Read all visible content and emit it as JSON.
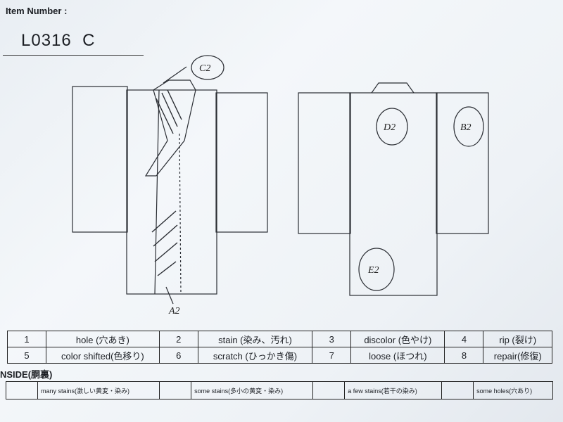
{
  "header": {
    "item_label": "Item Number :",
    "item_number": "L0316",
    "item_grade": "C"
  },
  "diagram": {
    "front_marks": [
      "C2",
      "A2"
    ],
    "back_marks": [
      "D2",
      "B2",
      "E2"
    ]
  },
  "legend": {
    "rows": [
      [
        {
          "num": "1",
          "label": "hole (穴あき)"
        },
        {
          "num": "2",
          "label": "stain (染み、汚れ)"
        },
        {
          "num": "3",
          "label": "discolor (色やけ)"
        },
        {
          "num": "4",
          "label": "rip (裂け)"
        }
      ],
      [
        {
          "num": "5",
          "label": "color shifted(色移り)"
        },
        {
          "num": "6",
          "label": "scratch (ひっかき傷)"
        },
        {
          "num": "7",
          "label": "loose (ほつれ)"
        },
        {
          "num": "8",
          "label": "repair(修復)"
        }
      ]
    ]
  },
  "inside": {
    "title": "NSIDE(胴裏)",
    "options": [
      "many stains(激しい黄変・染み)",
      "some stains(多小の黄変・染み)",
      "a few stains(若干の染み)",
      "some holes(穴あり)"
    ]
  }
}
